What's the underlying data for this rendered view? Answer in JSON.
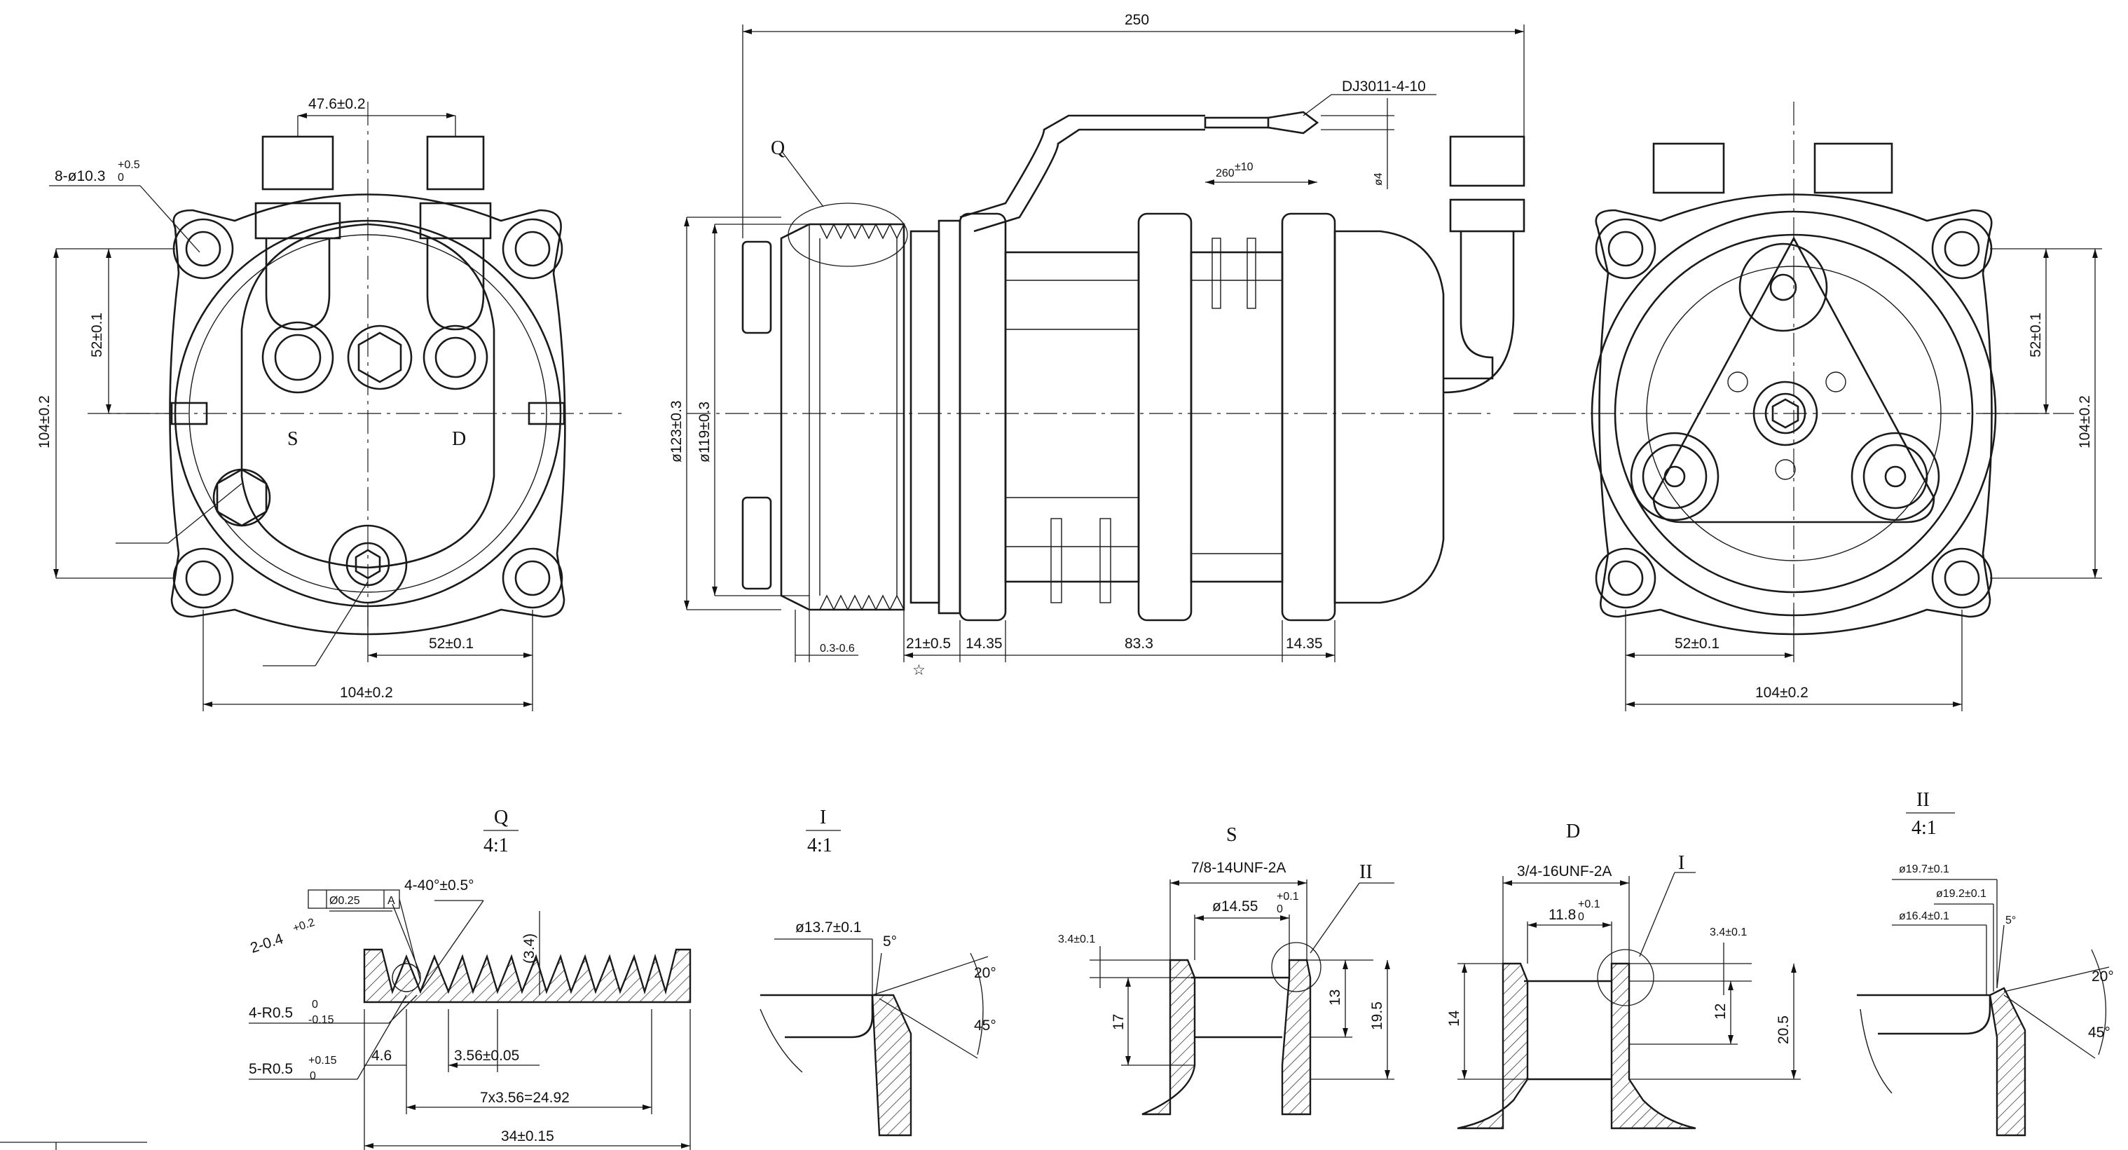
{
  "views": {
    "rear": {
      "dim_top": "47.6±0.2",
      "dim_hole": "8-ø10.3",
      "dim_hole_tol_up": "+0.5",
      "dim_hole_tol_low": "0",
      "dim_left_inner": "52±0.1",
      "dim_left_outer": "104±0.2",
      "dim_bottom_inner": "52±0.1",
      "dim_bottom_outer": "104±0.2",
      "label_suction": "S",
      "label_discharge": "D"
    },
    "side": {
      "dim_total": "250",
      "connector": "DJ3011-4-10",
      "wire_length": "260",
      "wire_tol": "±10",
      "dim_pin": "ø4",
      "dim_pulley_outer": "ø123±0.3",
      "dim_pulley_inner": "ø119±0.3",
      "label_q": "Q",
      "dim_gap": "0.3-0.6",
      "dim_a": "21±0.5",
      "dim_b": "14.35",
      "dim_c": "83.3",
      "dim_d": "14.35",
      "star": "☆"
    },
    "front": {
      "dim_right_inner": "52±0.1",
      "dim_right_outer": "104±0.2",
      "dim_bottom_inner": "52±0.1",
      "dim_bottom_outer": "104±0.2"
    }
  },
  "details": {
    "q": {
      "title": "Q",
      "scale": "4:1",
      "groove_depth": "2-0.4",
      "groove_tol": "+0.2",
      "tolerance_value": "Ø0.25",
      "datum": "A",
      "angle": "4-40°±0.5°",
      "height_ref": "(3.4)",
      "radius_a": "4-R0.5",
      "radius_a_tol_up": "0",
      "radius_a_tol_low": "-0.15",
      "radius_b": "5-R0.5",
      "radius_b_tol_up": "+0.15",
      "radius_b_tol_low": "0",
      "dim_edge": "4.6",
      "dim_pitch": "3.56±0.05",
      "dim_span": "7x3.56=24.92",
      "dim_width": "34±0.15"
    },
    "i": {
      "title": "I",
      "scale": "4:1",
      "dim_dia": "ø13.7±0.1",
      "angle_small": "5°",
      "angle_a": "20°",
      "angle_b": "45°"
    },
    "s": {
      "title": "S",
      "thread": "7/8-14UNF-2A",
      "dim_bore": "ø14.55",
      "dim_bore_tol": "+0.1",
      "dim_bore_tol_low": "0",
      "dim_left_small": "3.4±0.1",
      "dim_left_big": "17",
      "dim_r1": "13",
      "dim_r2": "19.5",
      "callout": "II"
    },
    "d": {
      "title": "D",
      "thread": "3/4-16UNF-2A",
      "dim_bore": "11.8",
      "dim_bore_tol": "+0.1",
      "dim_bore_tol_low": "0",
      "dim_right_small": "3.4±0.1",
      "dim_left_big": "14",
      "dim_r1": "12",
      "dim_r2": "20.5",
      "callout": "I"
    },
    "ii": {
      "title": "II",
      "scale": "4:1",
      "dim_a": "ø19.7±0.1",
      "dim_b": "ø19.2±0.1",
      "dim_c": "ø16.4±0.1",
      "angle_small": "5°",
      "angle_a": "20°",
      "angle_b": "45°"
    }
  }
}
